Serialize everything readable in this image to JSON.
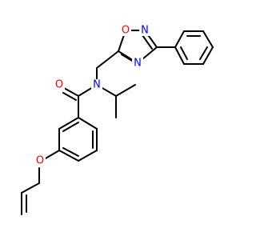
{
  "atoms": {
    "oxadiazole_o": {
      "label": "O",
      "color": "#ff0000"
    },
    "oxadiazole_n2": {
      "label": "N",
      "color": "#0000ff"
    },
    "oxadiazole_n4": {
      "label": "N",
      "color": "#0000ff"
    },
    "amide_n": {
      "label": "N",
      "color": "#0000ff"
    },
    "carbonyl_o": {
      "label": "O",
      "color": "#ff0000"
    },
    "ether_o": {
      "label": "O",
      "color": "#ff0000"
    }
  },
  "colors": {
    "bond": "#000000",
    "background": "#ffffff"
  }
}
